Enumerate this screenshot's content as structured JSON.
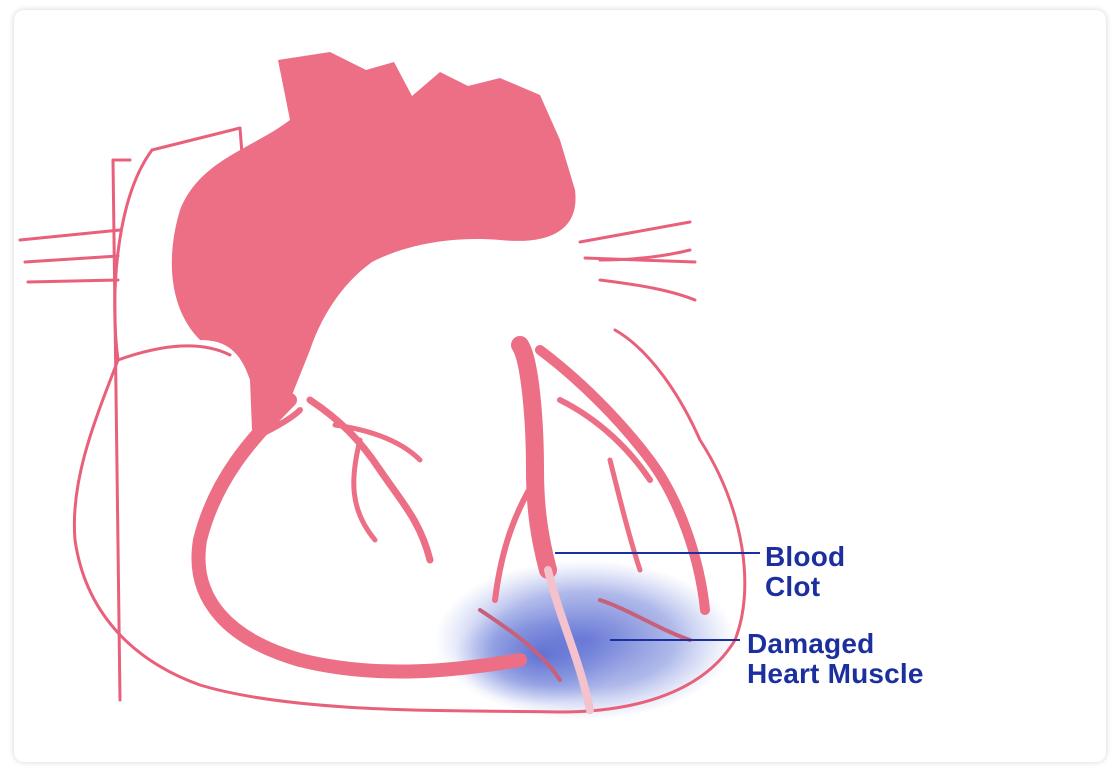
{
  "labels": {
    "blood_clot": [
      "Blood",
      "Clot"
    ],
    "damaged_muscle": [
      "Damaged",
      "Heart Muscle"
    ]
  },
  "colors": {
    "heart_pink": "#ec6f86",
    "outline": "#e8607a",
    "damage_blue": "#5d6fd0",
    "label_blue": "#1c2f9e"
  }
}
